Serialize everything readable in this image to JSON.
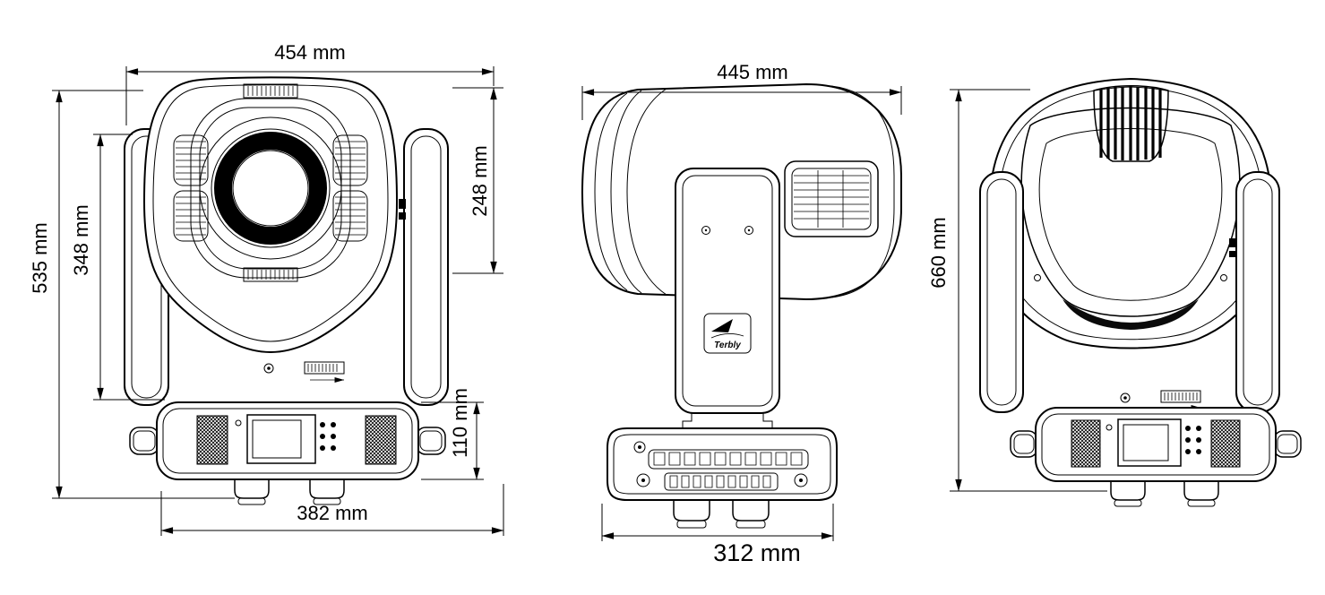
{
  "page": {
    "colors": {
      "line": "#000000",
      "background": "#ffffff"
    }
  },
  "drawing": {
    "unit": "mm",
    "brand_logo": "Terbly",
    "dims": {
      "front_width": "454 mm",
      "front_overall_height": "535 mm",
      "front_yoke_height": "348 mm",
      "front_head_height": "248 mm",
      "front_base_height": "110 mm",
      "front_base_width": "382 mm",
      "side_depth": "445 mm",
      "side_base_depth": "312 mm",
      "rear_overall_height": "660 mm"
    }
  }
}
